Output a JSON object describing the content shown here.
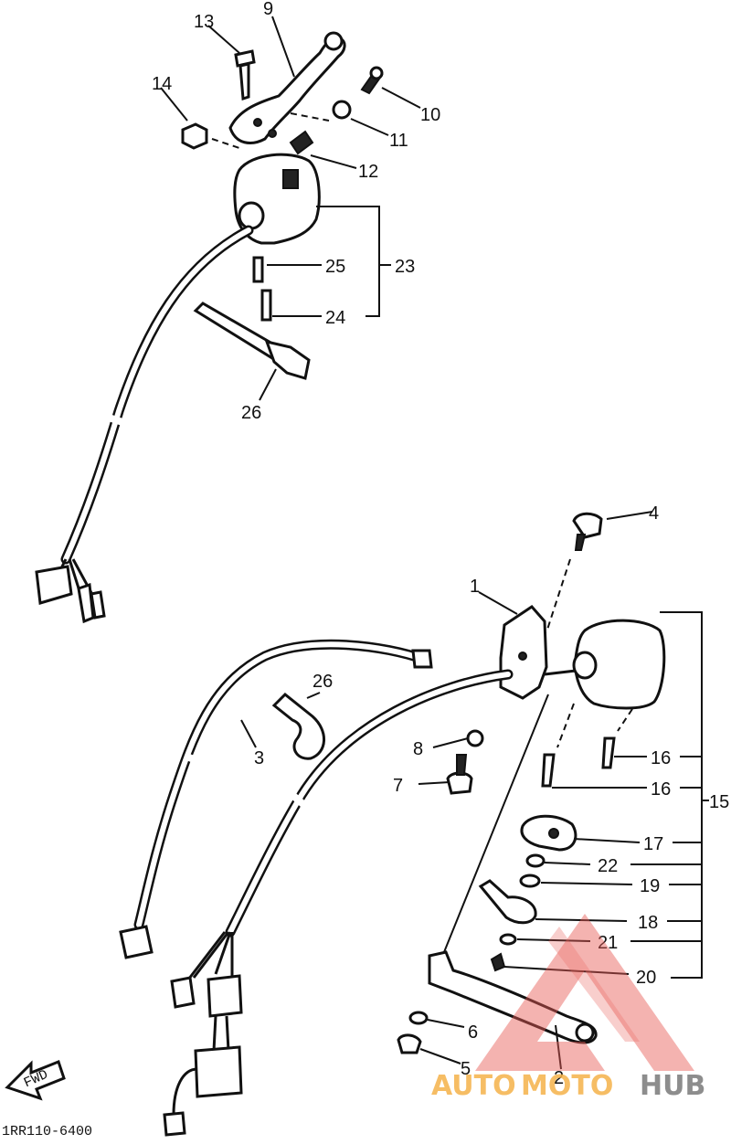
{
  "diagram": {
    "callouts": [
      {
        "id": "c13",
        "text": "13"
      },
      {
        "id": "c9",
        "text": "9"
      },
      {
        "id": "c14",
        "text": "14"
      },
      {
        "id": "c10",
        "text": "10"
      },
      {
        "id": "c11",
        "text": "11"
      },
      {
        "id": "c12",
        "text": "12"
      },
      {
        "id": "c23",
        "text": "23"
      },
      {
        "id": "c25",
        "text": "25"
      },
      {
        "id": "c24",
        "text": "24"
      },
      {
        "id": "c26a",
        "text": "26"
      },
      {
        "id": "c4",
        "text": "4"
      },
      {
        "id": "c1",
        "text": "1"
      },
      {
        "id": "c26b",
        "text": "26"
      },
      {
        "id": "c3",
        "text": "3"
      },
      {
        "id": "c8",
        "text": "8"
      },
      {
        "id": "c7",
        "text": "7"
      },
      {
        "id": "c16a",
        "text": "16"
      },
      {
        "id": "c16b",
        "text": "16"
      },
      {
        "id": "c15",
        "text": "15"
      },
      {
        "id": "c17",
        "text": "17"
      },
      {
        "id": "c22",
        "text": "22"
      },
      {
        "id": "c19",
        "text": "19"
      },
      {
        "id": "c18",
        "text": "18"
      },
      {
        "id": "c21",
        "text": "21"
      },
      {
        "id": "c20",
        "text": "20"
      },
      {
        "id": "c6",
        "text": "6"
      },
      {
        "id": "c5",
        "text": "5"
      },
      {
        "id": "c2",
        "text": "2"
      }
    ],
    "fwd_label": "FWD",
    "drawing_code": "1RR110-6400"
  },
  "watermark": {
    "text_auto": "AUTO",
    "text_moto": "MOTO",
    "text_hub": "HUB",
    "color_red": "#e85b55",
    "color_orange": "#f5b24a",
    "color_gray": "#7a7a7a"
  }
}
